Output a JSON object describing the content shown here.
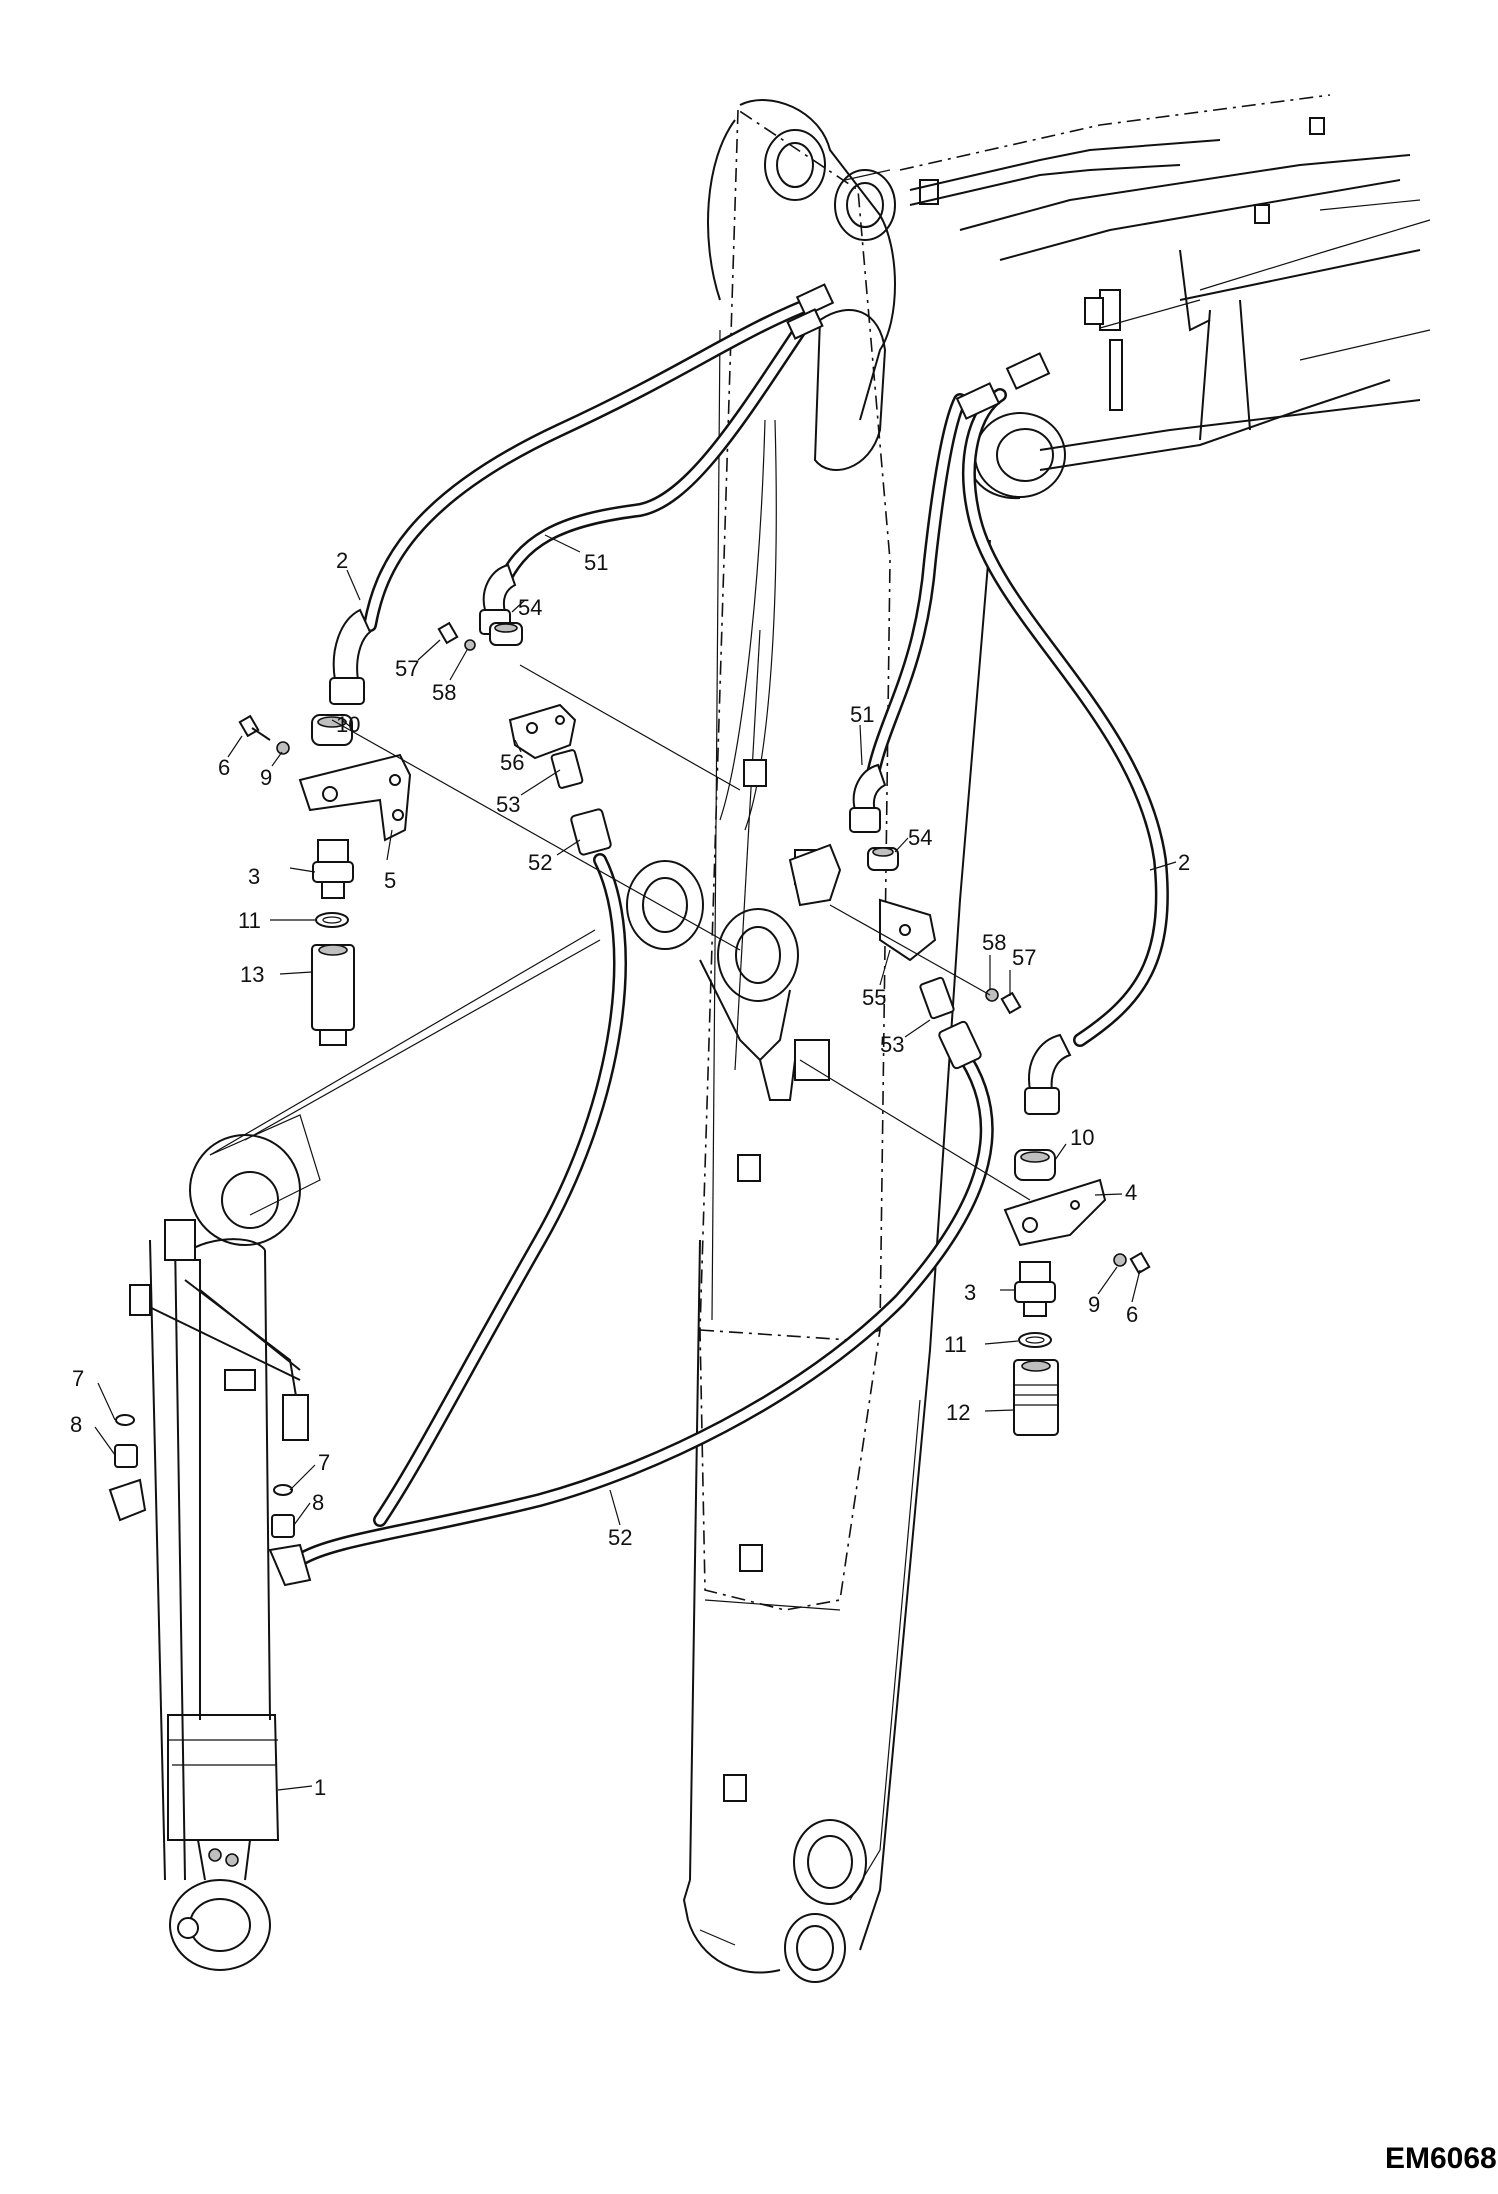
{
  "figure_id": "EM6068",
  "callouts": [
    {
      "id": "c-2a",
      "text": "2"
    },
    {
      "id": "c-51a",
      "text": "51"
    },
    {
      "id": "c-54a",
      "text": "54"
    },
    {
      "id": "c-57a",
      "text": "57"
    },
    {
      "id": "c-58a",
      "text": "58"
    },
    {
      "id": "c-10a",
      "text": "10"
    },
    {
      "id": "c-6a",
      "text": "6"
    },
    {
      "id": "c-9a",
      "text": "9"
    },
    {
      "id": "c-56",
      "text": "56"
    },
    {
      "id": "c-53a",
      "text": "53"
    },
    {
      "id": "c-52a",
      "text": "52"
    },
    {
      "id": "c-3a",
      "text": "3"
    },
    {
      "id": "c-5",
      "text": "5"
    },
    {
      "id": "c-11a",
      "text": "11"
    },
    {
      "id": "c-13",
      "text": "13"
    },
    {
      "id": "c-51b",
      "text": "51"
    },
    {
      "id": "c-54b",
      "text": "54"
    },
    {
      "id": "c-2b",
      "text": "2"
    },
    {
      "id": "c-58b",
      "text": "58"
    },
    {
      "id": "c-57b",
      "text": "57"
    },
    {
      "id": "c-55",
      "text": "55"
    },
    {
      "id": "c-53b",
      "text": "53"
    },
    {
      "id": "c-10b",
      "text": "10"
    },
    {
      "id": "c-4",
      "text": "4"
    },
    {
      "id": "c-3b",
      "text": "3"
    },
    {
      "id": "c-9b",
      "text": "9"
    },
    {
      "id": "c-6b",
      "text": "6"
    },
    {
      "id": "c-11b",
      "text": "11"
    },
    {
      "id": "c-12",
      "text": "12"
    },
    {
      "id": "c-7a",
      "text": "7"
    },
    {
      "id": "c-8a",
      "text": "8"
    },
    {
      "id": "c-7b",
      "text": "7"
    },
    {
      "id": "c-8b",
      "text": "8"
    },
    {
      "id": "c-52b",
      "text": "52"
    },
    {
      "id": "c-1",
      "text": "1"
    }
  ]
}
